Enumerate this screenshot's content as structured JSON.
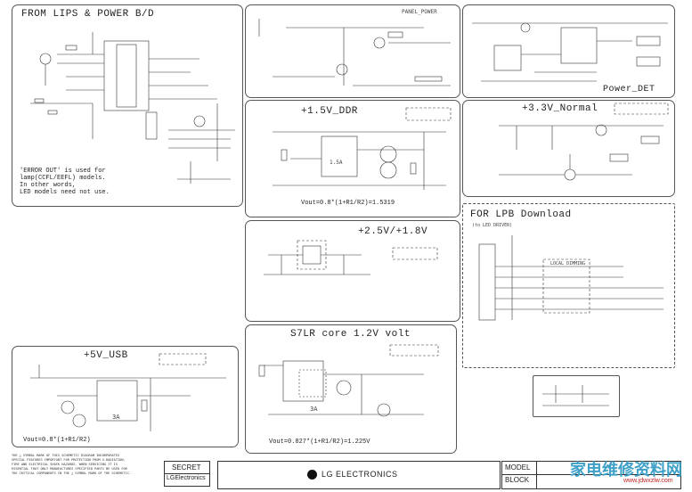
{
  "blocks": {
    "lips": {
      "title": "FROM LIPS & POWER B/D",
      "note_lines": [
        "'ERROR OUT' is used for",
        "lamp(CCFL/EEFL) models.",
        "In other words,",
        "LED models need not use."
      ]
    },
    "panel_power": {
      "title": "PANEL_POWER"
    },
    "power_det": {
      "title": "Power_DET"
    },
    "v15_ddr": {
      "title": "+1.5V_DDR",
      "formula": "Vout=0.8*(1+R1/R2)=1.5319",
      "current": "1.5A"
    },
    "v33_normal": {
      "title": "+3.3V_Normal"
    },
    "v25_18": {
      "title": "+2.5V/+1.8V"
    },
    "lpb": {
      "title": "FOR LPB Download",
      "subtitle": "(to LED DRIVER)",
      "box_label": "LOCAL DIMMING"
    },
    "v5_usb": {
      "title": "+5V_USB",
      "formula": "Vout=0.8*(1+R1/R2)",
      "current": "3A"
    },
    "s7lr": {
      "title": "S7LR core 1.2V volt",
      "formula": "Vout=0.827*(1+R1/R2)=1.225V",
      "current": "3A"
    }
  },
  "footer": {
    "secret": "SECRET",
    "lg_small": "LGElectronics",
    "company": "LG ELECTRONICS",
    "model_label": "MODEL",
    "block_label": "BLOCK",
    "legal_lines": [
      "THE △ SYMBOL MARK OF THIS SCHEMETIC DIAGRAM INCORPORATES",
      "SPECIAL FEATURES IMPORTANT FOR PROTECTION FROM X-RADIATION,",
      "FIRE AND ELECTRICAL SHOCK HAZARDS. WHEN SERVICING IT IS",
      "ESSENTIAL THAT ONLY MANUFACTURES SPECIFIED PARTS BE USED FOR",
      "THE CRITICAL COMPONENTS IN THE △ SYMBOL MARK OF THE SCHEMETIC."
    ]
  },
  "watermark": {
    "text": "家电维修资料网",
    "url": "www.jdwxzlw.com"
  }
}
